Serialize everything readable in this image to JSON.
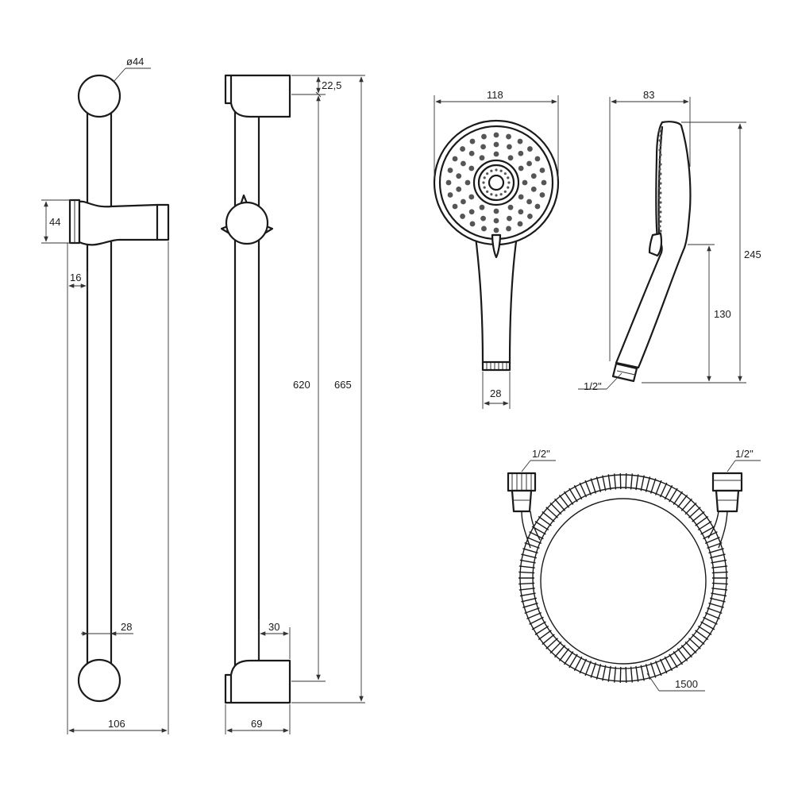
{
  "dimensions": {
    "front_knob_diameter": "ø44",
    "slider_height": "44",
    "slider_offset": "16",
    "bar_diameter": "28",
    "front_overall_width": "106",
    "side_top_offset": "22,5",
    "side_bar_spacing": "620",
    "side_overall_height": "665",
    "side_bracket_depth": "30",
    "side_overall_depth": "69",
    "head_width": "118",
    "head_connector": "28",
    "head_side_depth": "83",
    "head_length": "245",
    "handle_length": "130",
    "head_thread": "1/2\"",
    "hose_thread_left": "1/2\"",
    "hose_thread_right": "1/2\"",
    "hose_length": "1500"
  },
  "colors": {
    "line": "#1a1a1a",
    "fill": "#ffffff",
    "nozzle": "#555555"
  }
}
